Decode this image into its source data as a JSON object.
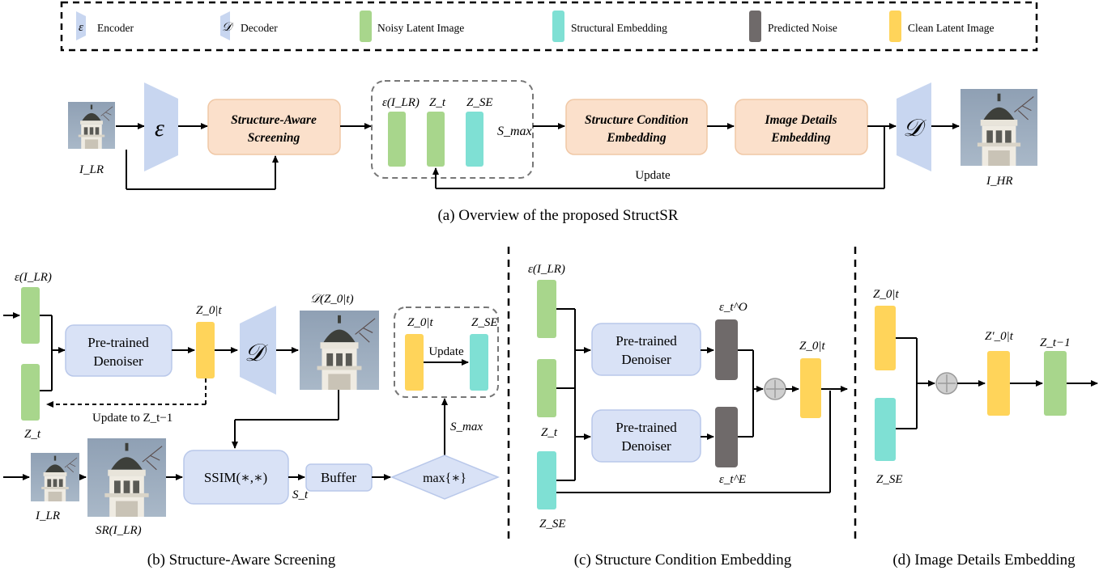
{
  "legend": {
    "items": [
      {
        "symbol": "ε",
        "label": "Encoder",
        "color": "#c8d6f0",
        "kind": "encoder"
      },
      {
        "symbol": "𝒟",
        "label": "Decoder",
        "color": "#c8d6f0",
        "kind": "decoder"
      },
      {
        "label": "Noisy Latent Image",
        "color": "#a8d68c"
      },
      {
        "label": "Structural Embedding",
        "color": "#7fe0d4"
      },
      {
        "label": "Predicted Noise",
        "color": "#6f6a6a"
      },
      {
        "label": "Clean Latent Image",
        "color": "#ffd45a"
      }
    ]
  },
  "colors": {
    "green": "#a8d68c",
    "teal": "#7fe0d4",
    "gray": "#6f6a6a",
    "yellow": "#ffd45a",
    "peach": "#fbe0cb",
    "lavender": "#d9e2f6",
    "trap": "#c8d6f0"
  },
  "overview": {
    "input_label": "I_LR",
    "encoder_symbol": "ε",
    "sas_line1": "Structure-Aware",
    "sas_line2": "Screening",
    "col1_label": "ε(I_LR)",
    "col2_label": "Z_t",
    "col3_label": "Z_SE",
    "smax_label": "S_max",
    "sce_line1": "Structure Condition",
    "sce_line2": "Embedding",
    "ide_line1": "Image Details",
    "ide_line2": "Embedding",
    "decoder_symbol": "𝒟",
    "update_label": "Update",
    "output_label": "I_HR",
    "caption": "(a) Overview of the proposed StructSR"
  },
  "panel_b": {
    "enc_label": "ε(I_LR)",
    "zt_label": "Z_t",
    "denoiser_line1": "Pre-trained",
    "denoiser_line2": "Denoiser",
    "z0t_label": "Z_0|t",
    "decoder_symbol": "𝒟",
    "decoded_label": "𝒟(Z_0|t)",
    "box_z0t": "Z_0|t",
    "box_zse": "Z_SE",
    "box_update": "Update",
    "smax": "S_max",
    "update_to": "Update to Z_t−1",
    "ilr": "I_LR",
    "sr": "SR(I_LR)",
    "ssim": "SSIM(∗,∗)",
    "st": "S_t",
    "buffer": "Buffer",
    "max": "max{∗}",
    "caption": "(b) Structure-Aware Screening"
  },
  "panel_c": {
    "enc_label": "ε(I_LR)",
    "zt_label": "Z_t",
    "zse_label": "Z_SE",
    "denoiser1_line1": "Pre-trained",
    "denoiser1_line2": "Denoiser",
    "denoiser2_line1": "Pre-trained",
    "denoiser2_line2": "Denoiser",
    "eps_o": "ε_t^O",
    "eps_e": "ε_t^E",
    "z0t_label": "Z_0|t",
    "caption": "(c) Structure Condition Embedding"
  },
  "panel_d": {
    "z0t_label": "Z_0|t",
    "zse_label": "Z_SE",
    "z0t_prime": "Z′_0|t",
    "zt1": "Z_t−1",
    "caption": "(d) Image Details Embedding"
  }
}
